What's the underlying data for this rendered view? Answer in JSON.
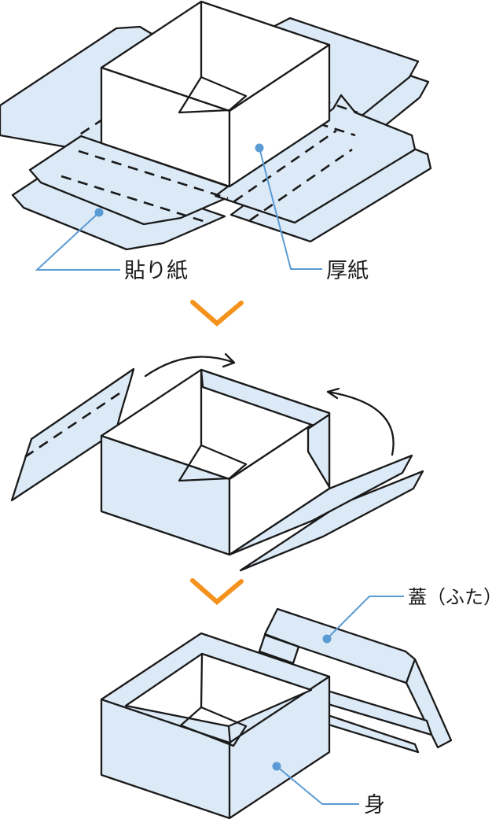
{
  "figure": {
    "background": "#FFFFFF"
  },
  "colors": {
    "paper_fill": "#DCE9F6",
    "outline": "#1A1A1A",
    "leader_blue": "#5B9BD5",
    "arrow_orange": "#F5921E",
    "text": "#1A1A1A"
  },
  "labels": {
    "pasting_paper": "貼り紙",
    "cardboard": "厚紙",
    "lid": "蓋（ふた）",
    "body": "身"
  }
}
